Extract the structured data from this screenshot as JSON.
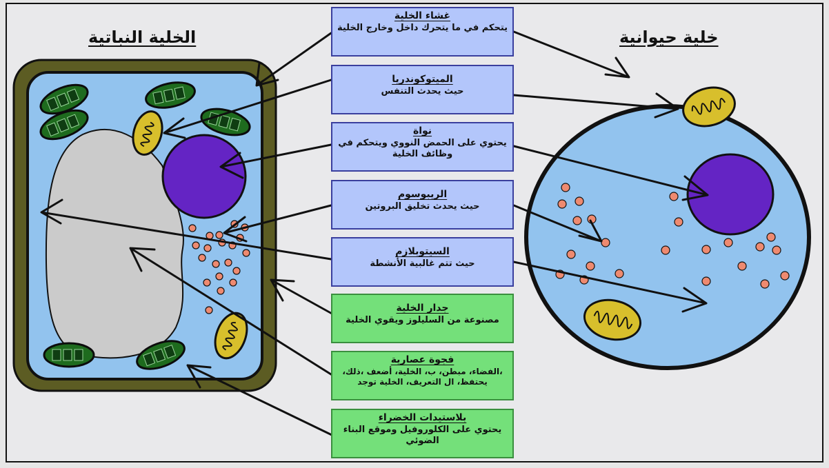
{
  "titles": {
    "plant": "الخلية النباتية",
    "animal": "خلية حيوانية"
  },
  "labels": [
    {
      "title": "غشاء الخلية",
      "desc": "يتحكم في ما يتحرك داخل وخارج الخلية",
      "kind": "blue"
    },
    {
      "title": "الميتوكوندريا",
      "desc": "حيث يحدث التنفس",
      "kind": "blue"
    },
    {
      "title": "نواة",
      "desc": "يحتوي على الحمض النووي ويتحكم في وظائف الخلية",
      "kind": "blue"
    },
    {
      "title": "الريبوسوم",
      "desc": "حيث يحدث تخليق البروتين",
      "kind": "blue"
    },
    {
      "title": "السيتوبلازم",
      "desc": "حيث تتم غالبية الأنشطة",
      "kind": "blue"
    },
    {
      "title": "جدار الخلية",
      "desc": "مصنوعة من السليلوز ويقوي الخلية",
      "kind": "green"
    },
    {
      "title": "فجوة عصارية",
      "desc": "،الفضاء، مبطن، ب، الخلية، أضعف ،ذلك، يحتفظ، ال التعريف، الخلية توجد",
      "kind": "green"
    },
    {
      "title": "بلاستيدات الخضراء",
      "desc": "يحتوي على الكلوروفيل وموقع البناء الضوئي",
      "kind": "green"
    }
  ],
  "colors": {
    "box_blue": "#b3c6fb",
    "box_green": "#74e07a",
    "cytoplasm": "#92c3ee",
    "cell_wall": "#5c5c23",
    "nucleus": "#6424c4",
    "vacuole": "#cbcbcb",
    "chloroplast": "#1e6b1e",
    "mitochondria": "#d8bf2c",
    "ribosome": "#ee8a70"
  }
}
